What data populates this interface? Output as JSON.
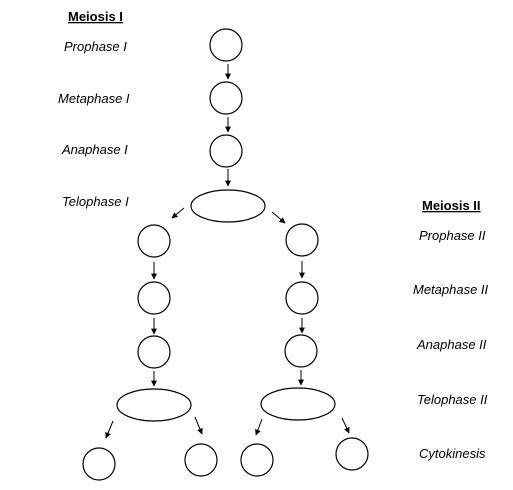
{
  "headers": {
    "meiosis_1": "Meiosis I",
    "meiosis_2": "Meiosis II"
  },
  "stages_1": {
    "prophase": "Prophase I",
    "metaphase": "Metaphase I",
    "anaphase": "Anaphase I",
    "telophase": "Telophase I"
  },
  "stages_2": {
    "prophase": "Prophase II",
    "metaphase": "Metaphase II",
    "anaphase": "Anaphase II",
    "telophase": "Telophase II",
    "cytokinesis": "Cytokinesis"
  },
  "colors": {
    "stroke": "#000000",
    "fill": "#ffffff"
  }
}
